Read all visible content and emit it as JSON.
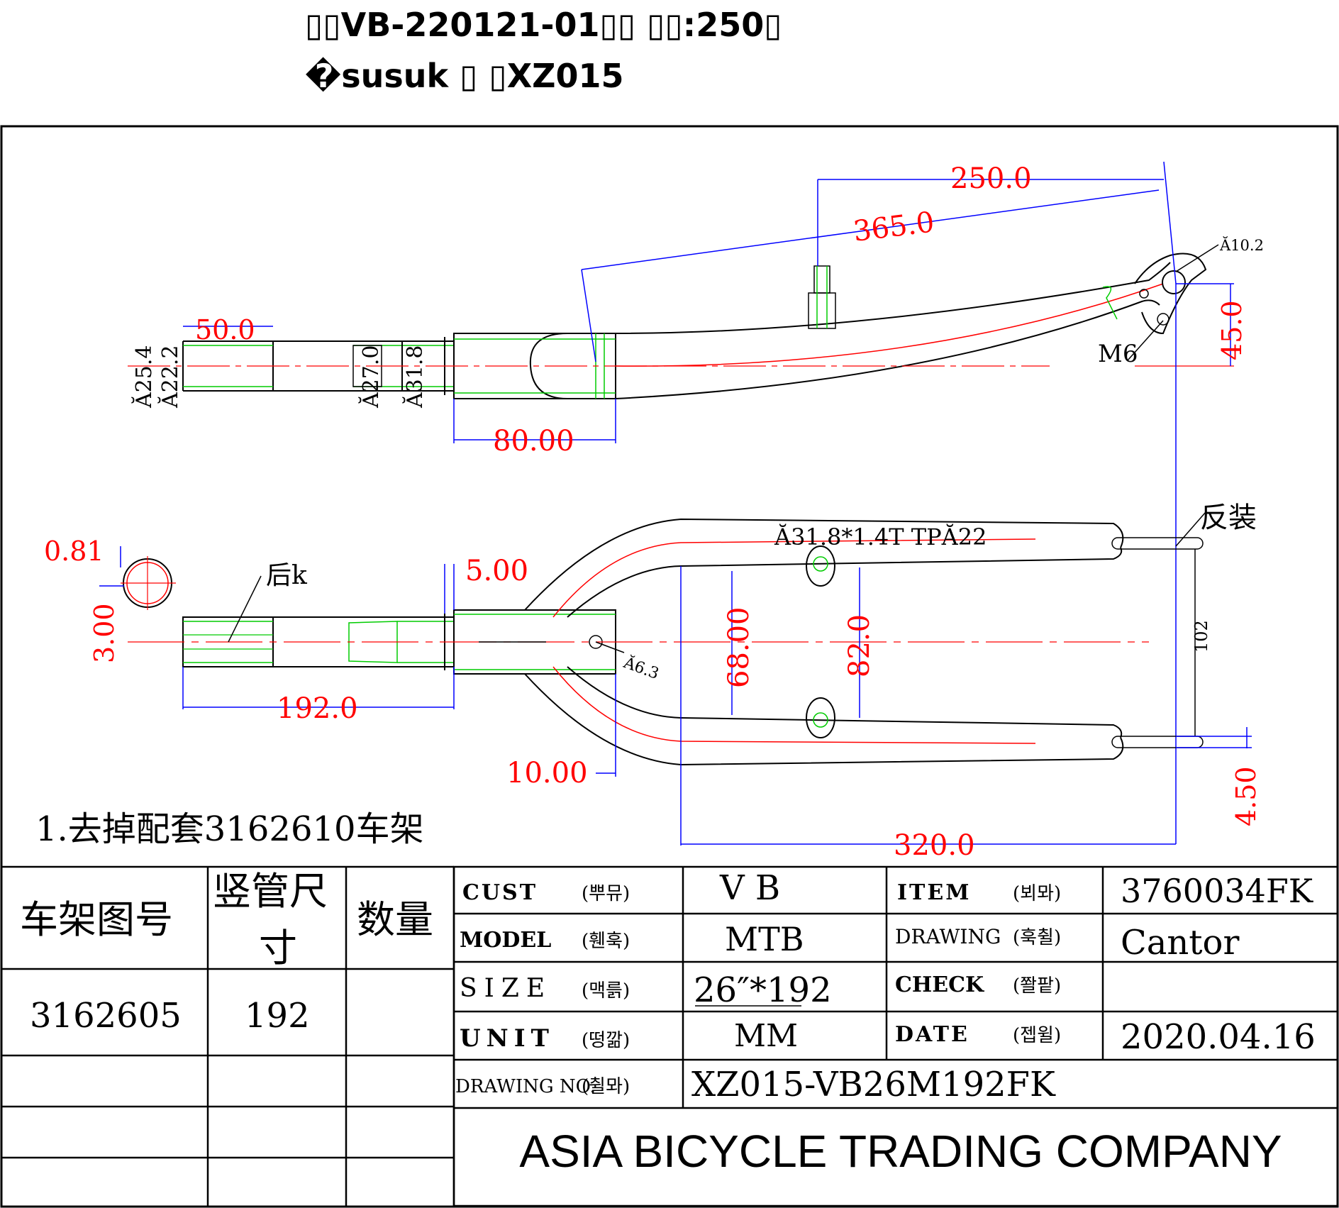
{
  "header": {
    "line1": "▯▯VB-220121-01▯▯ ▯▯:250▯",
    "line2": "�susuk ▯ ▯XZ015"
  },
  "dims": {
    "d250": "250.0",
    "d365": "365.0",
    "d50": "50.0",
    "d80": "80.00",
    "d45": "45.0",
    "dia102": "Ă10.2",
    "m6": "M6",
    "dia254": "Ă25.4",
    "dia222": "Ă22.2",
    "dia270": "Ă27.0",
    "dia318": "Ă31.8",
    "d081": "0.81",
    "d300": "3.00",
    "d500": "5.00",
    "hou": "后k",
    "d1920": "192.0",
    "dia63": "Ă6.3",
    "d1000": "10.00",
    "d6800": "68.00",
    "d820": "82.0",
    "d102": "102",
    "fanzhuang": "反装",
    "tube": "Ă31.8*1.4T TPĂ22",
    "d450": "4.50",
    "d3200": "320.0"
  },
  "note": "1.去掉配套3162610车架",
  "left_table": {
    "h1": "车架图号",
    "h2a": "竖管尺",
    "h2b": "寸",
    "h3": "数量",
    "r1c1": "3162605",
    "r1c2": "192"
  },
  "title_block": {
    "cust_l": "CUST",
    "cust_k": "(뿌뮤)",
    "cust_v": "V B",
    "item_l": "ITEM",
    "item_k": "(뵈뫄)",
    "item_v": "3760034FK",
    "model_l": "MODEL",
    "model_k": "(휀훅)",
    "model_v": "MTB",
    "drawing_l": "DRAWING",
    "drawing_k": "(훅췰)",
    "drawing_v": "Cantor",
    "size_l": "SIZE",
    "size_k": "(맥륽)",
    "size_v": "26″*192",
    "check_l": "CHECK",
    "check_k": "(쫠팥)",
    "check_v": "",
    "unit_l": "UNIT",
    "unit_k": "(떵깖)",
    "unit_v": "MM",
    "date_l": "DATE",
    "date_k": "(젭윌)",
    "date_v": "2020.04.16",
    "dwgno_l": "DRAWING NO.",
    "dwgno_k": "(췰뫄)",
    "dwgno_v": "XZ015-VB26M192FK",
    "company": "ASIA BICYCLE TRADING COMPANY"
  }
}
